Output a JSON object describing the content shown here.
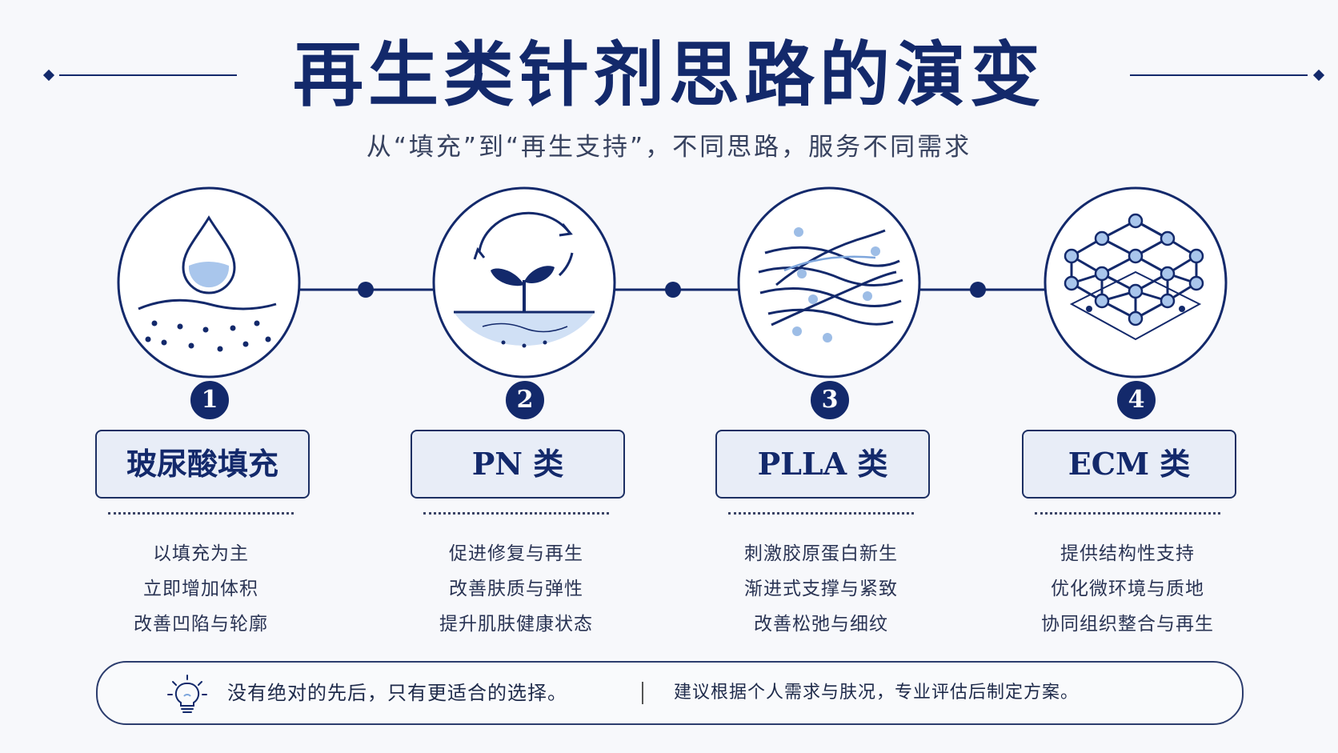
{
  "title": "再生类针剂思路的演变",
  "subtitle": "从“填充”到“再生支持”，不同思路，服务不同需求",
  "colors": {
    "navy": "#13296b",
    "light_blue": "#a9c6ec",
    "box_fill": "#e8edf7",
    "background": "#f7f8fb"
  },
  "stages": [
    {
      "number": "1",
      "label": "玻尿酸填充",
      "icon": "water-drop-icon",
      "features": [
        "以填充为主",
        "立即增加体积",
        "改善凹陷与轮廓"
      ]
    },
    {
      "number": "2",
      "label": "PN 类",
      "icon": "sprout-cycle-icon",
      "features": [
        "促进修复与再生",
        "改善肤质与弹性",
        "提升肌肤健康状态"
      ]
    },
    {
      "number": "3",
      "label": "PLLA 类",
      "icon": "collagen-fiber-icon",
      "features": [
        "刺激胶原蛋白新生",
        "渐进式支撑与紧致",
        "改善松弛与细纹"
      ]
    },
    {
      "number": "4",
      "label": "ECM 类",
      "icon": "matrix-lattice-icon",
      "features": [
        "提供结构性支持",
        "优化微环境与质地",
        "协同组织整合与再生"
      ]
    }
  ],
  "footer": {
    "icon": "lightbulb-icon",
    "message_1": "没有绝对的先后，只有更适合的选择。",
    "message_2": "建议根据个人需求与肤况，专业评估后制定方案。"
  }
}
